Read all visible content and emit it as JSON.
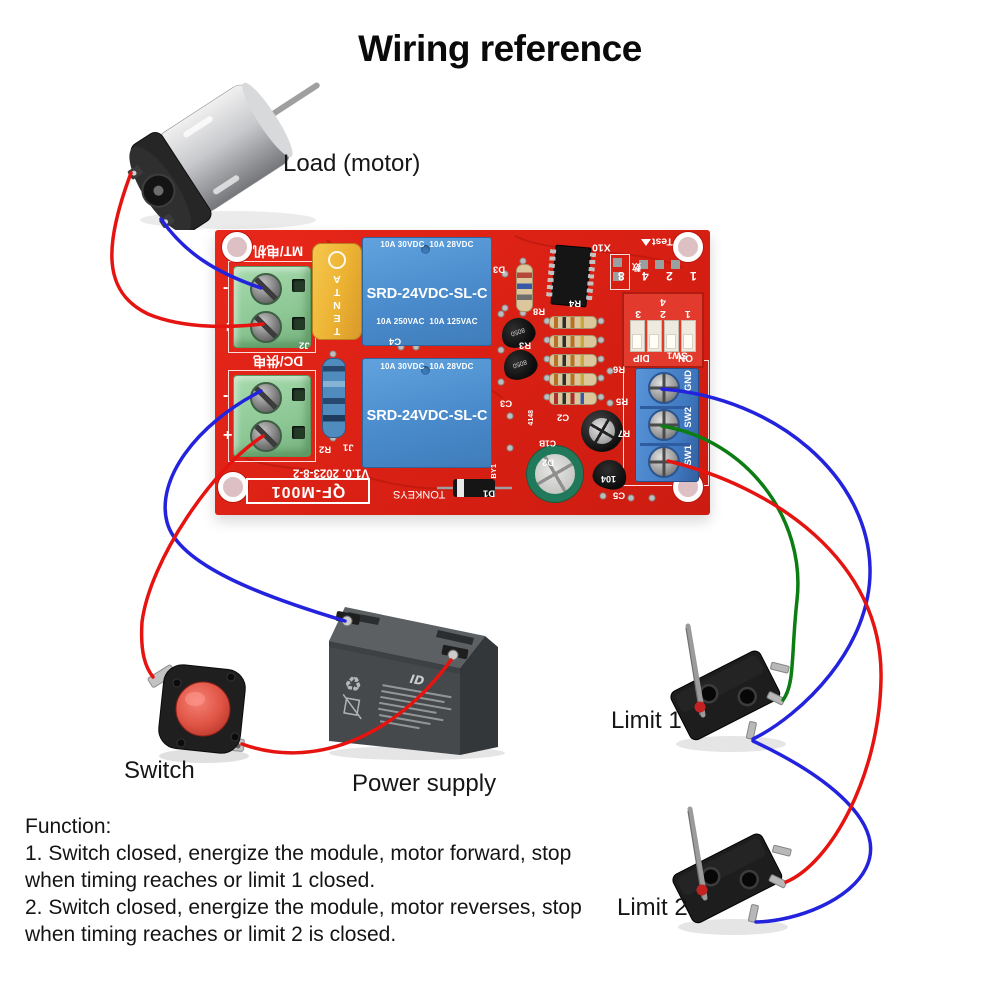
{
  "title": "Wiring reference",
  "labels": {
    "load": "Load (motor)",
    "switch": "Switch",
    "power_supply": "Power supply",
    "limit1": "Limit 1",
    "limit2": "Limit 2"
  },
  "function_text": {
    "heading": "Function:",
    "lines": [
      "1. Switch closed, energize the module, motor forward, stop",
      "when timing reaches or limit 1 closed.",
      "2. Switch closed, energize the module, motor reverses, stop",
      "when timing reaches or limit 2 is closed."
    ]
  },
  "wire_colors": {
    "red": "#e61410",
    "blue": "#2323dd",
    "green": "#0c7d12"
  },
  "battery": {
    "logo": "ID",
    "recycle_icon": "♻"
  },
  "pcb": {
    "board_color": "#d71f13",
    "version": "V1.0. 2023-8-2",
    "model": "QF-M001",
    "brand": "TONKEYS",
    "capacitor_brand": "TENTA",
    "relay": {
      "line1": "10A 250VAC  10A 125VAC",
      "line2": "10A 30VDC  10A 28VDC",
      "line3": "SRD-24VDC-SL-C"
    },
    "dip": {
      "on": "ON",
      "dip": "DIP",
      "numbers": "1 2 3 4",
      "weights": "1 2 4 8",
      "weights_cn": "数"
    },
    "corner": {
      "test": "Test",
      "x10": "X10"
    },
    "terminal_motor": {
      "label": "MT/电机",
      "designator": "J2",
      "minus": "-",
      "plus": "+"
    },
    "terminal_power": {
      "label": "DC/供电",
      "designator": "J1",
      "minus": "-",
      "plus": "+"
    },
    "terminal_signal": {
      "designator": "SW1",
      "pin_gnd": "GND",
      "pin_sw2": "SW2",
      "pin_sw1": "SW1"
    },
    "designators": {
      "r2": "R2",
      "r3": "R3",
      "r4": "R4",
      "r5": "R5",
      "r6": "R6",
      "r7": "R7",
      "r8": "R8",
      "c2": "C2",
      "c3": "C3",
      "c4": "C4",
      "c5": "C5",
      "c1b": "C1B",
      "d1": "D1",
      "d2": "D2",
      "d3": "D3",
      "by1": "BY1",
      "code4148": "4148",
      "code104": "104",
      "transistor_code": "8050"
    }
  }
}
